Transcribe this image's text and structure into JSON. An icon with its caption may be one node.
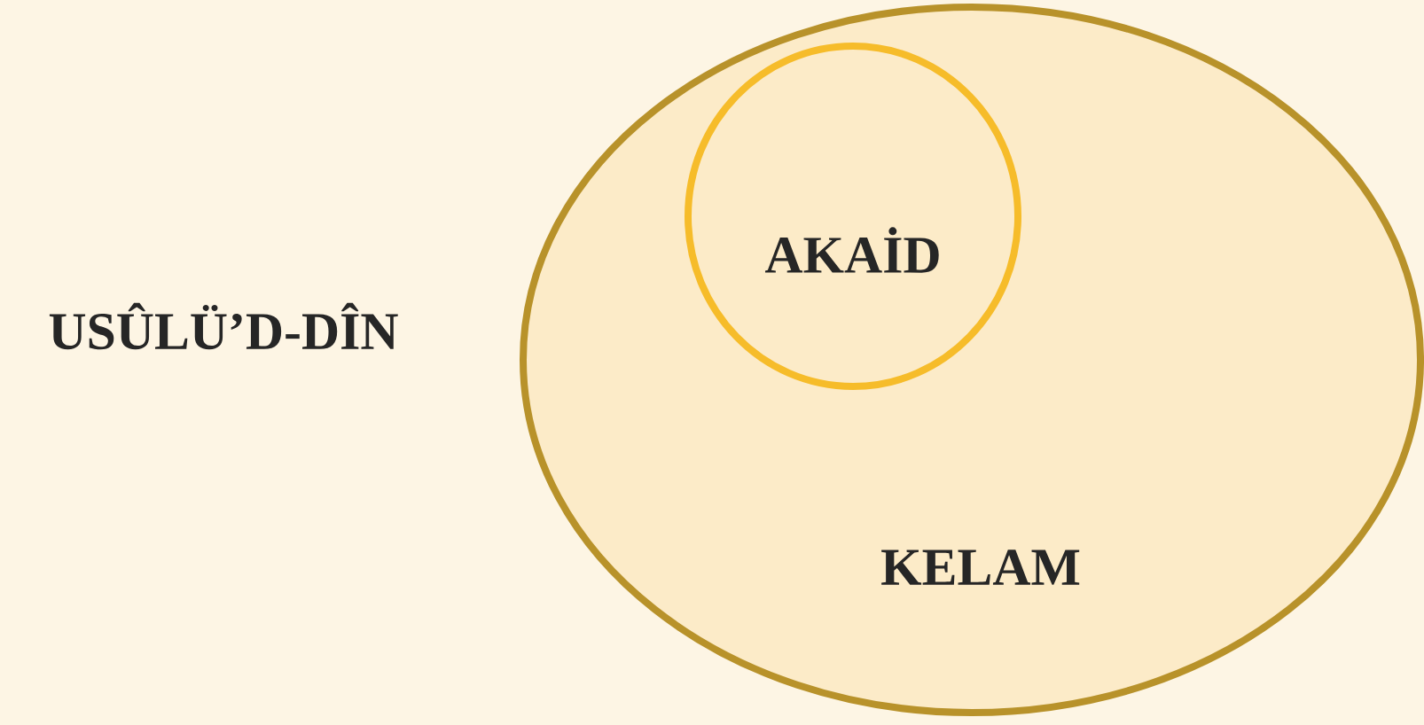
{
  "diagram": {
    "nodes": [
      {
        "text": [
          "KELAM"
        ]
      },
      {
        "text": [
          "AKAİD"
        ],
        "in": 0
      }
    ],
    "labels": [
      "USÛLÜ’D-DÎN"
    ]
  }
}
